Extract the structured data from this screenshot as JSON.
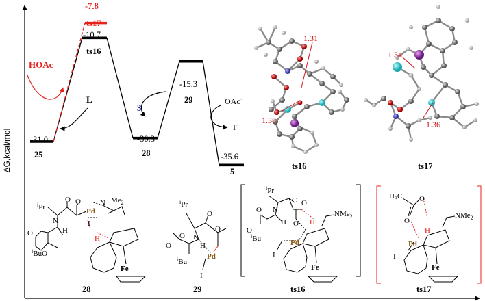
{
  "axis": {
    "ylabel": "ΔG,kcal/mol"
  },
  "profile": {
    "levels": [
      {
        "id": "25",
        "energy": "-31.0",
        "color": "#000000"
      },
      {
        "id": "ts16",
        "energy": "-10.7",
        "color": "#000000"
      },
      {
        "id": "ts17",
        "energy": "-7.8",
        "color": "#e8201c"
      },
      {
        "id": "28",
        "energy": "-30.3",
        "color": "#000000"
      },
      {
        "id": "29",
        "energy": "-15.3",
        "color": "#000000"
      },
      {
        "id": "5",
        "energy": "-35.6",
        "color": "#000000"
      }
    ],
    "arrow_labels": {
      "hoac": "HOAc",
      "l": "L",
      "three": "3",
      "oac": "OAc",
      "oac_sup": "-",
      "iodide": "I",
      "iodide_sup": "-"
    }
  },
  "models": {
    "ts16": {
      "bond1": "1.31",
      "bond2": "1.38",
      "label": "ts16"
    },
    "ts17": {
      "bond1": "1.34",
      "bond2": "1.36",
      "label": "ts17"
    }
  },
  "structures": {
    "s28": {
      "label": "28",
      "ipr": "iPr",
      "me2": "Me2",
      "pd": "Pd",
      "ibuo": "iBuO",
      "fe": "Fe"
    },
    "s29": {
      "label": "29",
      "ipr": "iPr",
      "ibu": "iBu",
      "pd": "Pd"
    },
    "s16": {
      "label": "ts16",
      "ipr": "iPr",
      "ibu": "iBu",
      "pd": "Pd",
      "nme2": "NMe2",
      "fe": "Fe"
    },
    "s17": {
      "label": "ts17",
      "h3c": "H3C",
      "pd": "Pd",
      "nme2": "NMe2",
      "fe": "Fe"
    }
  },
  "colors": {
    "red": "#e8201c",
    "blue": "#1a1aa0",
    "cyan": "#3ad0d8",
    "purple": "#8a2a9a",
    "nitrogen": "#5a5ac8",
    "oxygen": "#d01010"
  }
}
